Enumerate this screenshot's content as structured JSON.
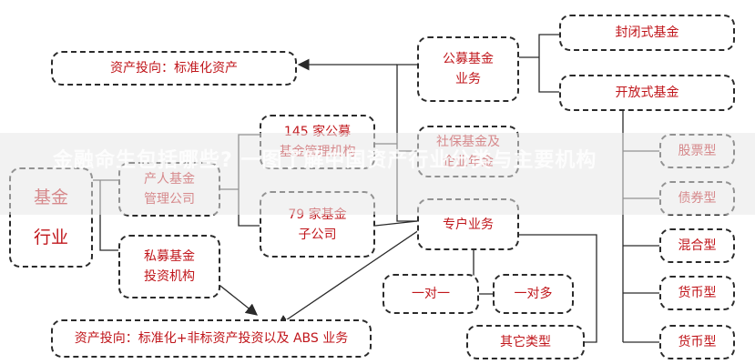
{
  "boxes": {
    "industry": "基金\n行业",
    "mgmt_company": "产人基金\n管理公司",
    "private_fund": "私募基金\n投资机构",
    "public_orgs": "145 家公募\n基金管理机构",
    "subsidiaries": "79 家基金\n子公司",
    "public_business": "公募基金\n业务",
    "social_security": "社保基金及\n企业年金",
    "special_business": "专户业务",
    "closed_fund": "封闭式基金",
    "open_fund": "开放式基金",
    "stock_type": "股票型",
    "bond_type": "债券型",
    "mixed_type": "混合型",
    "money_type": "货币型",
    "money_type_2": "货币型",
    "one_to_one": "一对一",
    "one_to_many": "一对多",
    "other_type": "其它类型",
    "invest_standard": "资产投向：标准化资产",
    "invest_mixed": "资产投向：标准化+非标资产投资以及 ABS 业务"
  },
  "overlay": {
    "text": "金融命生包括哪些? 一图了解中国资产行业分类与主要机构"
  }
}
